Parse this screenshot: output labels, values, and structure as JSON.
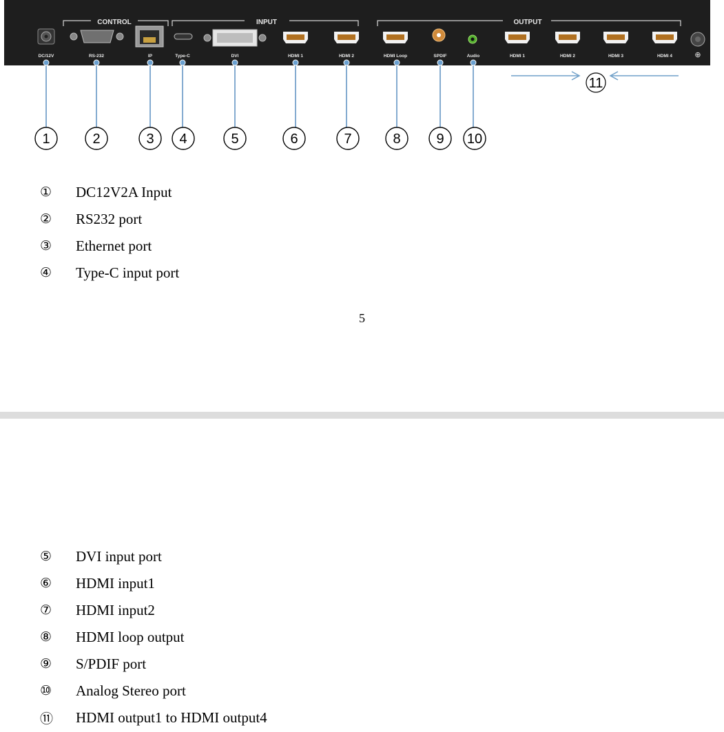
{
  "panel": {
    "groups": {
      "control": "CONTROL",
      "input": "INPUT",
      "output": "OUTPUT"
    },
    "ports": {
      "dc": "DC/12V",
      "rs232": "RS-232",
      "ip": "IP",
      "typec": "Type-C",
      "dvi": "DVI",
      "hdmi_in1": "HDMI 1",
      "hdmi_in2": "HDMI 2",
      "hdmi_loop": "HDMI Loop",
      "spdif": "SPDIF",
      "audio": "Audio",
      "hdmi_out1": "HDMI 1",
      "hdmi_out2": "HDMI 2",
      "hdmi_out3": "HDMI 3",
      "hdmi_out4": "HDMI 4"
    },
    "ground_symbol": "⊕"
  },
  "callouts": [
    "1",
    "2",
    "3",
    "4",
    "5",
    "6",
    "7",
    "8",
    "9",
    "10",
    "11"
  ],
  "page1_items": [
    {
      "num": "①",
      "text": "DC12V2A Input"
    },
    {
      "num": "②",
      "text": "RS232 port"
    },
    {
      "num": "③",
      "text": "Ethernet port"
    },
    {
      "num": "④",
      "text": "Type-C input port"
    }
  ],
  "page_number": "5",
  "page2_items": [
    {
      "num": "⑤",
      "text": "DVI input port"
    },
    {
      "num": "⑥",
      "text": "HDMI input1"
    },
    {
      "num": "⑦",
      "text": "HDMI input2"
    },
    {
      "num": "⑧",
      "text": "HDMI loop output"
    },
    {
      "num": "⑨",
      "text": "S/PDIF port"
    },
    {
      "num": "⑩",
      "text": "Analog Stereo port"
    },
    {
      "num": "⑪",
      "text": "HDMI output1 to HDMI output4"
    }
  ]
}
